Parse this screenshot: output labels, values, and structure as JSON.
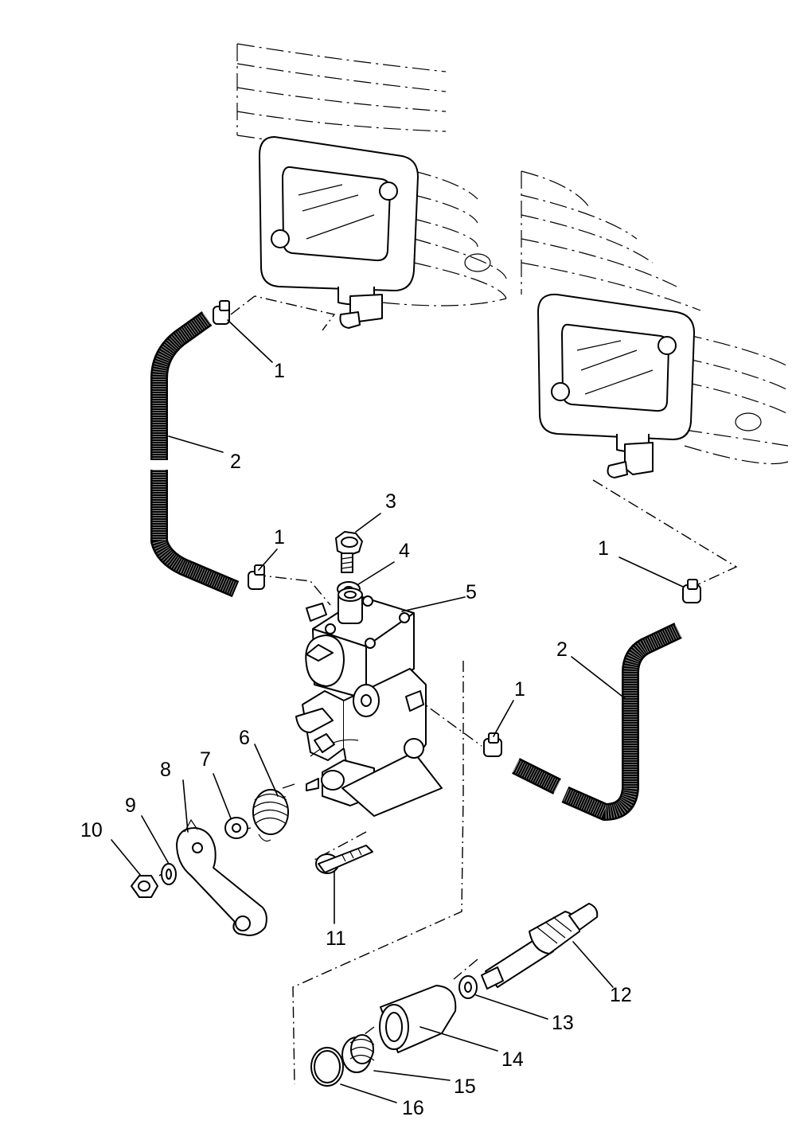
{
  "callouts": [
    {
      "id": "c1a",
      "text": "1"
    },
    {
      "id": "c2a",
      "text": "2"
    },
    {
      "id": "c1b",
      "text": "1"
    },
    {
      "id": "c3",
      "text": "3"
    },
    {
      "id": "c4",
      "text": "4"
    },
    {
      "id": "c5",
      "text": "5"
    },
    {
      "id": "c1c",
      "text": "1"
    },
    {
      "id": "c2b",
      "text": "2"
    },
    {
      "id": "c1d",
      "text": "1"
    },
    {
      "id": "c6",
      "text": "6"
    },
    {
      "id": "c7",
      "text": "7"
    },
    {
      "id": "c8",
      "text": "8"
    },
    {
      "id": "c9",
      "text": "9"
    },
    {
      "id": "c10",
      "text": "10"
    },
    {
      "id": "c11",
      "text": "11"
    },
    {
      "id": "c12",
      "text": "12"
    },
    {
      "id": "c13",
      "text": "13"
    },
    {
      "id": "c14",
      "text": "14"
    },
    {
      "id": "c15",
      "text": "15"
    },
    {
      "id": "c16",
      "text": "16"
    }
  ]
}
